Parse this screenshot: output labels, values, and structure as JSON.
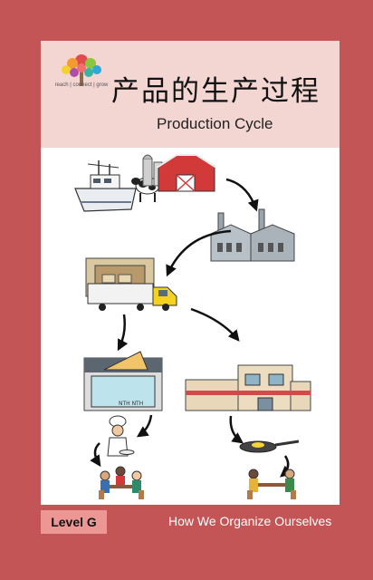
{
  "logo": {
    "icon": "tree-logo-icon",
    "tagline": "reach | connect | grow"
  },
  "title_zh": "产品的生产过程",
  "title_en": "Production Cycle",
  "illustration": {
    "items": [
      "fishing-boat-icon",
      "cow-icon",
      "barn-icon",
      "factory-icon",
      "truck-icon",
      "cheese-shop-icon",
      "supermarket-icon",
      "chef-icon",
      "frying-pan-icon",
      "restaurant-diners-icon",
      "family-dinner-icon",
      "arrow-icon"
    ]
  },
  "footer": {
    "level": "Level G",
    "series": "How We Organize Ourselves"
  },
  "colors": {
    "background": "#c35556",
    "header": "#f3d5d2",
    "level_badge": "#ec9794"
  }
}
